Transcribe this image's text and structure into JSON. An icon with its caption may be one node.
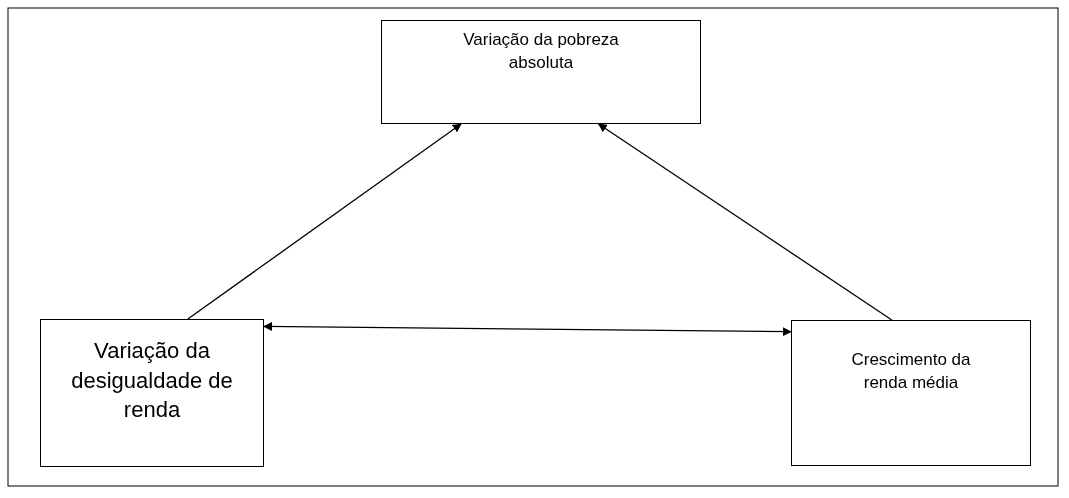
{
  "diagram": {
    "nodes": [
      {
        "text": [
          "Variação da pobreza absoluta"
        ]
      },
      {
        "text": [
          "Variação da desigualdade de renda"
        ]
      },
      {
        "text": [
          "Crescimento da renda média"
        ]
      }
    ],
    "edges": [
      {
        "from": 1,
        "to": 0,
        "arrow": "to"
      },
      {
        "from": 2,
        "to": 0,
        "arrow": "to"
      },
      {
        "from": 1,
        "to": 2,
        "arrow": "both"
      }
    ]
  }
}
